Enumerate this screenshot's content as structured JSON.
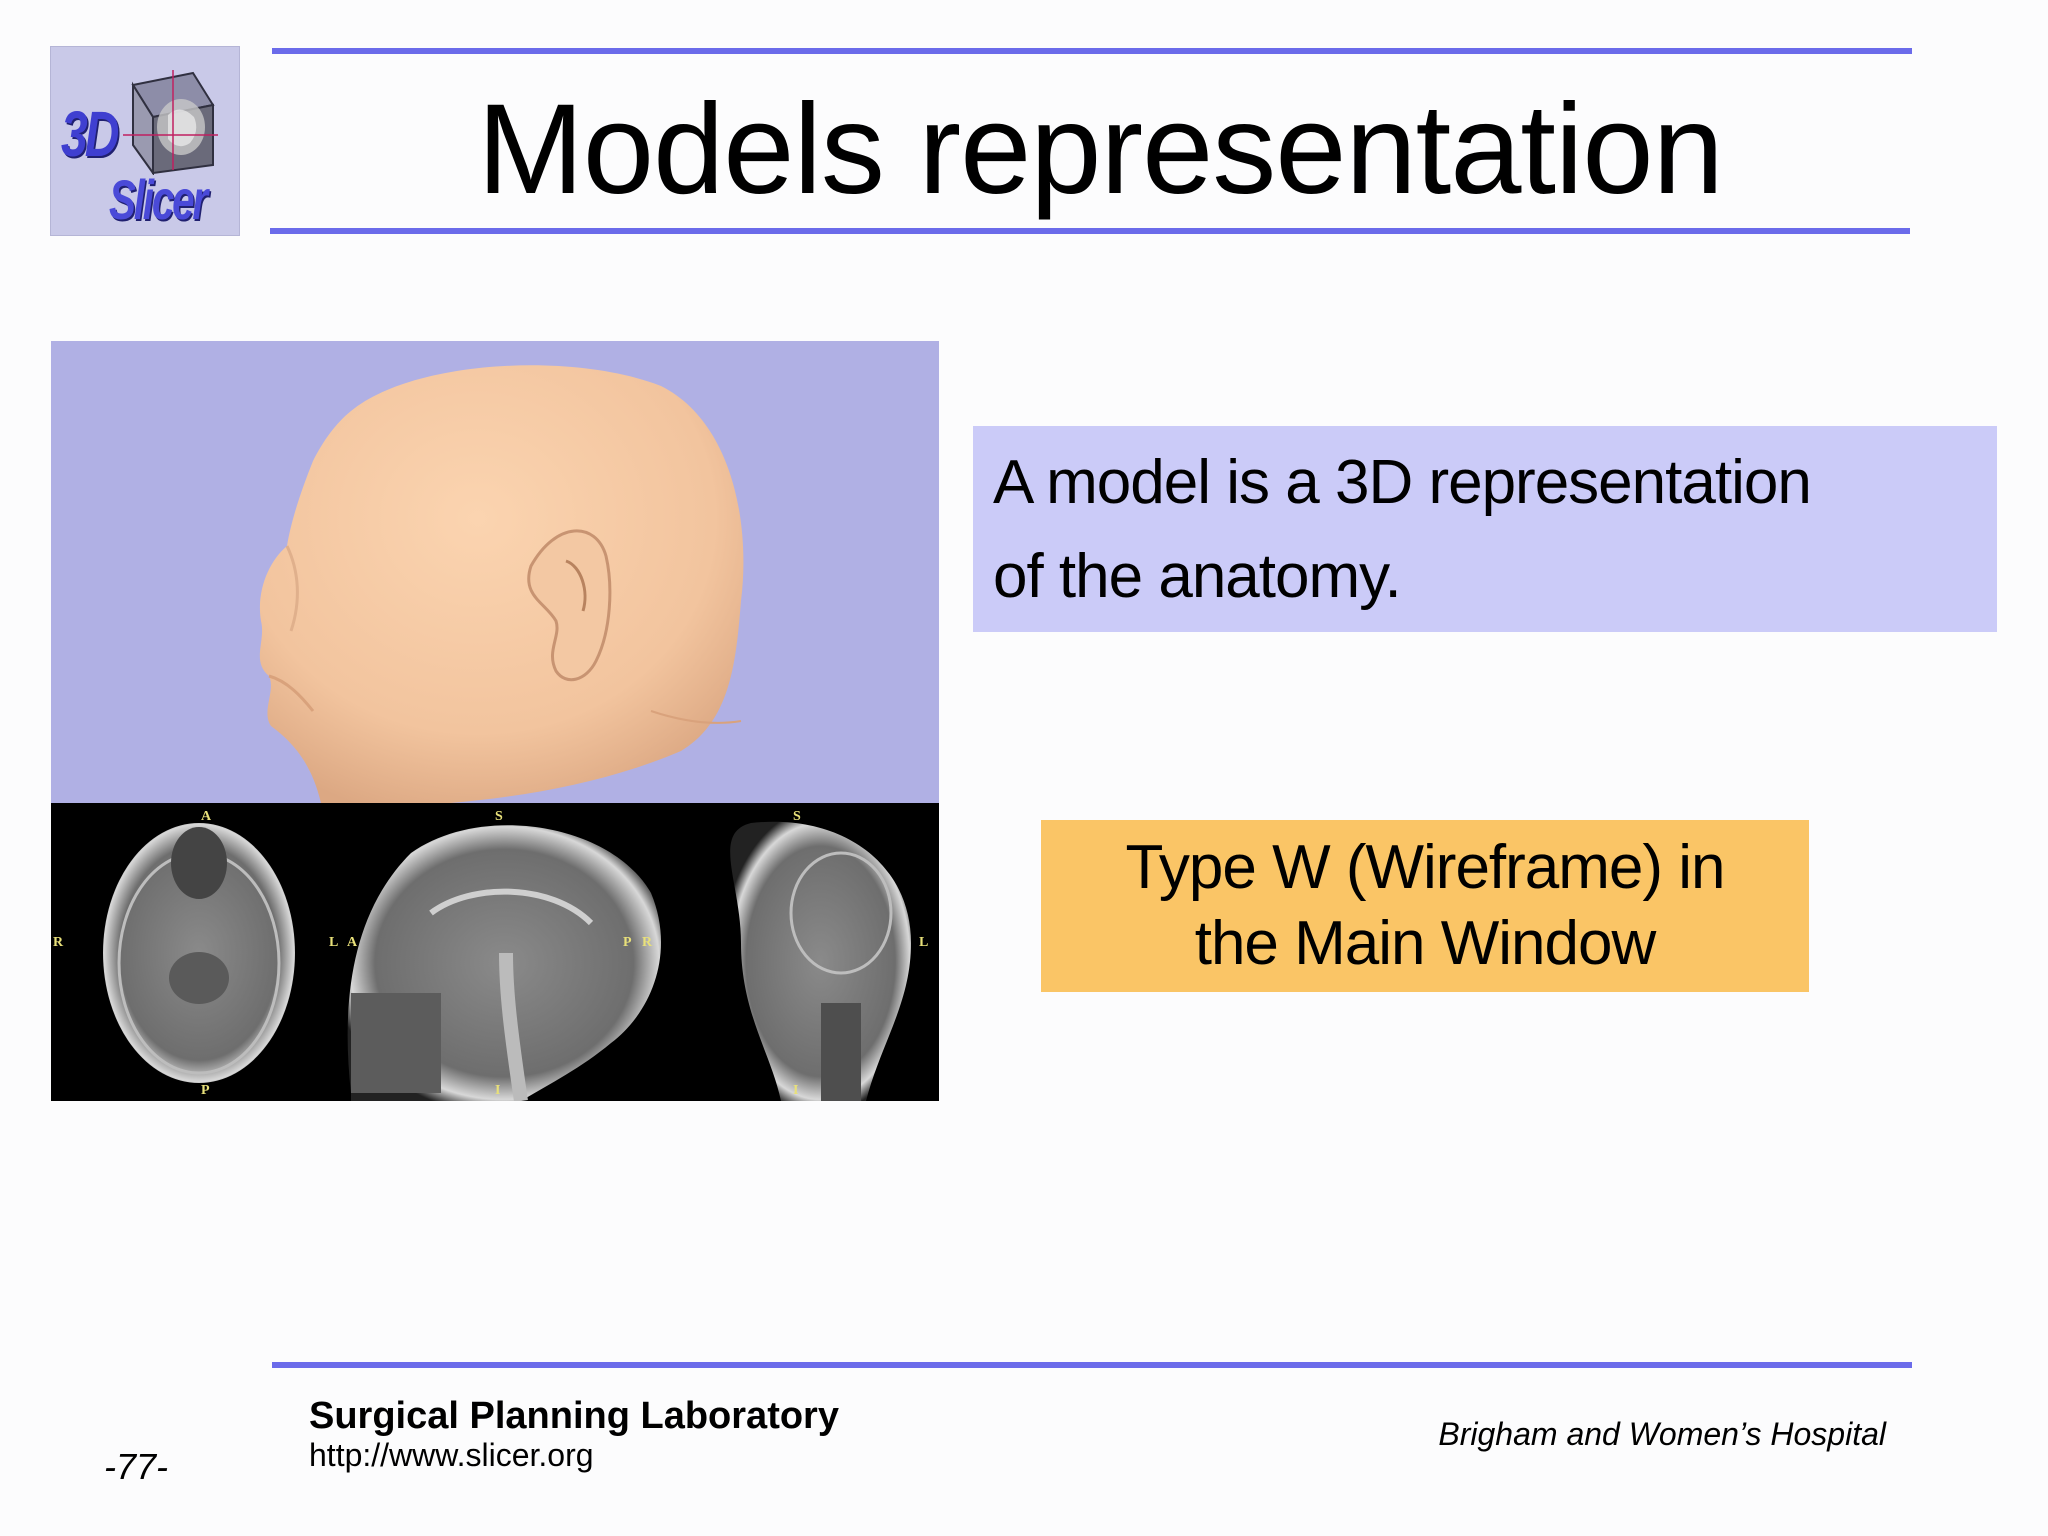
{
  "header": {
    "title": "Models representation",
    "logo": {
      "line1": "3D",
      "line2": "Slicer"
    }
  },
  "figure": {
    "slice_labels": {
      "axial": {
        "top": "A",
        "bottom": "P",
        "left": "R",
        "right": "L"
      },
      "sagittal": {
        "top": "S",
        "bottom": "I",
        "left": "A",
        "right": "P"
      },
      "coronal": {
        "top": "S",
        "bottom": "I",
        "left": "R",
        "right": "L"
      }
    }
  },
  "content": {
    "definition_line1": "A model is a 3D representation",
    "definition_line2": "of the anatomy.",
    "tip_line1": "Type W (Wireframe) in",
    "tip_line2": "the Main Window"
  },
  "footer": {
    "lab_name": "Surgical Planning Laboratory",
    "url": "http://www.slicer.org",
    "hospital": "Brigham and Women’s Hospital",
    "page_number": "-77-"
  },
  "colors": {
    "rule": "#6b6bea",
    "definition_box": "#cbcbf8",
    "tip_box": "#fac566",
    "viewer_background": "#b0b0e4"
  }
}
